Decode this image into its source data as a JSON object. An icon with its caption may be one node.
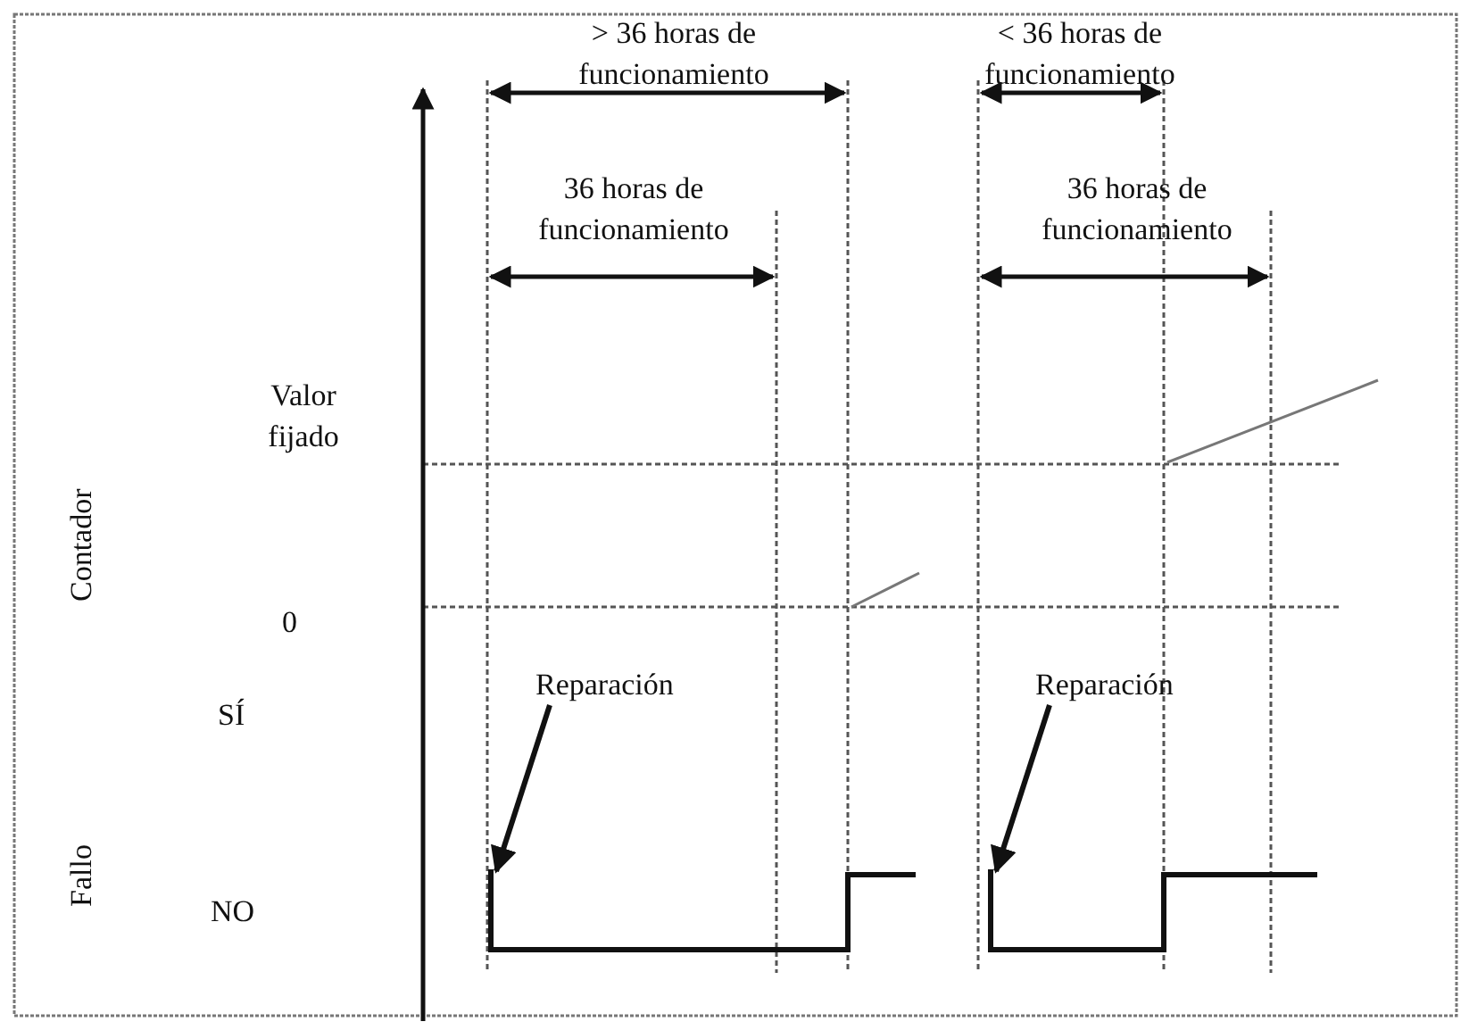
{
  "diagram": {
    "nodes": [
      {
        "text": [
          "Reparación"
        ]
      },
      {
        "text": [
          "Reparación"
        ]
      }
    ],
    "edges": [
      {
        "from": 0,
        "to": null,
        "arrow": "to"
      },
      {
        "from": 1,
        "to": null,
        "arrow": "to"
      }
    ],
    "labels": [
      "> 36 horas de funcionamiento",
      "< 36 horas de funcionamiento",
      "36 horas de funcionamiento",
      "36 horas de funcionamiento",
      "Valor fijado",
      "Contador",
      "0",
      "SÍ",
      "Fallo",
      "NO"
    ]
  }
}
